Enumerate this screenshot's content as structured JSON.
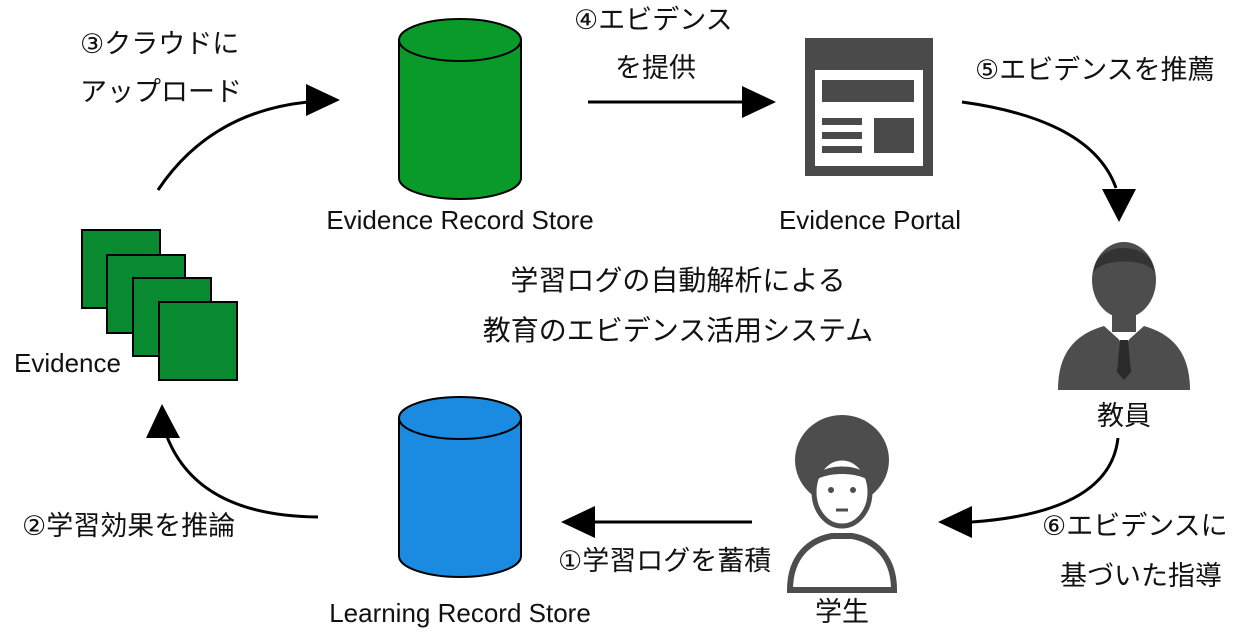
{
  "title": {
    "line1": "学習ログの自動解析による",
    "line2": "教育のエビデンス活用システム"
  },
  "nodes": {
    "evidence_record_store": "Evidence Record Store",
    "evidence_portal": "Evidence Portal",
    "teacher": "教員",
    "student": "学生",
    "learning_record_store": "Learning Record Store",
    "evidence": "Evidence"
  },
  "steps": {
    "s1": "①学習ログを蓄積",
    "s2": "②学習効果を推論",
    "s3_line1": "③クラウドに",
    "s3_line2": "アップロード",
    "s4_line1": "④エビデンス",
    "s4_line2": "を提供",
    "s5": "⑤エビデンスを推薦",
    "s6_line1": "⑥エビデンスに",
    "s6_line2": "基づいた指導"
  },
  "colors": {
    "evidence_store": "#0a9a2a",
    "learning_store": "#1a8be0",
    "evidence_cards": "#0a8a30",
    "person": "#4d4d4d",
    "arrow": "#000000"
  },
  "icons": {
    "evidence_store": "database-icon",
    "learning_store": "database-icon",
    "portal": "web-page-icon",
    "teacher": "businessman-icon",
    "student": "student-icon",
    "evidence": "stacked-documents-icon"
  }
}
